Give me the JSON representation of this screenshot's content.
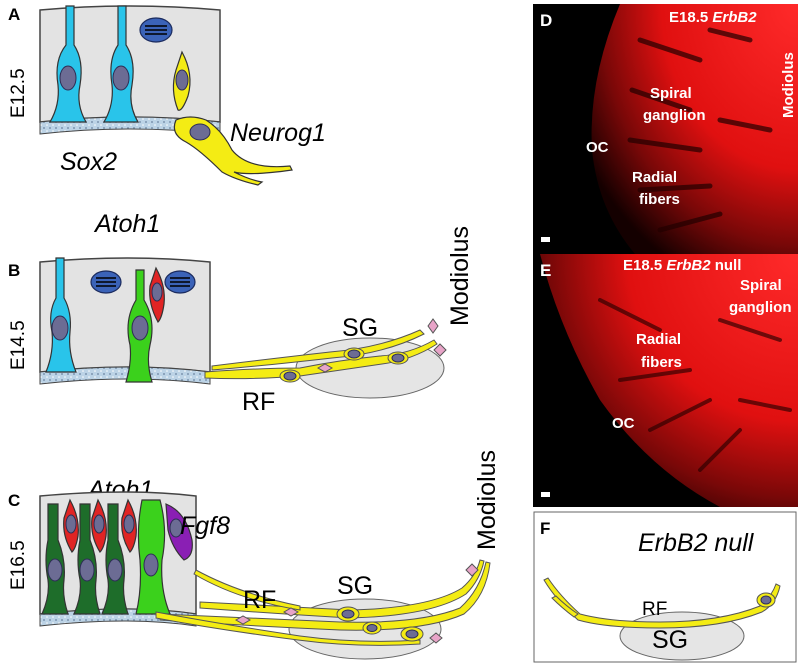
{
  "panels": {
    "A": {
      "letter": "A",
      "stage": "E12.5",
      "genes": [
        "Sox2",
        "Neurog1"
      ]
    },
    "B": {
      "letter": "B",
      "stage": "E14.5",
      "gene": "Atoh1",
      "labels": [
        "SG",
        "RF",
        "Modiolus"
      ]
    },
    "C": {
      "letter": "C",
      "stage": "E16.5",
      "genes": [
        "Atoh1",
        "Fgf8"
      ],
      "labels": [
        "RF",
        "SG",
        "Modiolus"
      ]
    },
    "D": {
      "letter": "D",
      "title_plain": "E18.5 ",
      "title_italic": "ErbB2",
      "labels": [
        "Spiral",
        "ganglion",
        "Modiolus",
        "OC",
        "Radial",
        "fibers"
      ]
    },
    "E": {
      "letter": "E",
      "title_plain": "E18.5 ",
      "title_italic": "ErbB2",
      "title_suffix": " null",
      "labels": [
        "Spiral",
        "ganglion",
        "Radial",
        "fibers",
        "OC"
      ]
    },
    "F": {
      "letter": "F",
      "title": "ErbB2 null",
      "labels": [
        "RF",
        "SG"
      ]
    }
  },
  "colors": {
    "support_cell": "#29c4ea",
    "neuron": "#f4ec14",
    "hair_cell_green": "#3bd11c",
    "hair_cell_dark": "#1e6d2a",
    "hair_cell_red": "#e02424",
    "fgf8_cell": "#8a1fb4",
    "mitosis": "#3b63b8",
    "micrograph_red": "#ff1a1a",
    "epithelium_bg": "#e3e3e3",
    "basal_layer": "#bcd3e6"
  }
}
